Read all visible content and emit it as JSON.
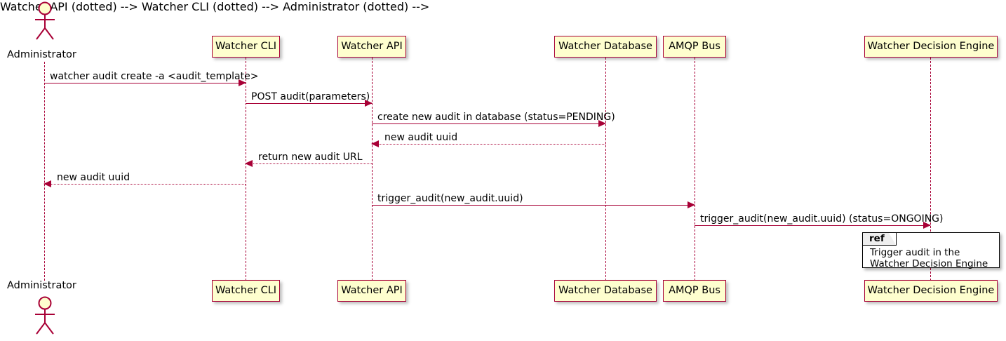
{
  "diagram": {
    "type": "sequence-diagram",
    "colors": {
      "participant_border": "#A80036",
      "participant_fill": "#FEFECE",
      "arrow": "#A80036",
      "ref_border": "#000000",
      "ref_tab_fill": "#EEEEEE",
      "background": "#FFFFFF"
    }
  },
  "actor": {
    "name": "Administrator",
    "top_label": "Administrator",
    "bottom_label": "Administrator"
  },
  "participants": [
    {
      "id": "cli",
      "label": "Watcher CLI"
    },
    {
      "id": "api",
      "label": "Watcher API"
    },
    {
      "id": "db",
      "label": "Watcher Database"
    },
    {
      "id": "amqp",
      "label": "AMQP Bus"
    },
    {
      "id": "engine",
      "label": "Watcher Decision Engine"
    }
  ],
  "messages": [
    {
      "label": "watcher audit create -a <audit_template>",
      "from": "actor",
      "to": "cli",
      "style": "solid",
      "direction": "right"
    },
    {
      "label": "POST audit(parameters)",
      "from": "cli",
      "to": "api",
      "style": "solid",
      "direction": "right"
    },
    {
      "label": "create new audit in database (status=PENDING)",
      "from": "api",
      "to": "db",
      "style": "solid",
      "direction": "right"
    },
    {
      "label": "new audit uuid",
      "from": "db",
      "to": "api",
      "style": "dotted",
      "direction": "left"
    },
    {
      "label": "return new audit URL",
      "from": "api",
      "to": "cli",
      "style": "dotted",
      "direction": "left"
    },
    {
      "label": "new audit uuid",
      "from": "cli",
      "to": "actor",
      "style": "dotted",
      "direction": "left"
    },
    {
      "label": "trigger_audit(new_audit.uuid)",
      "from": "api",
      "to": "amqp",
      "style": "solid",
      "direction": "right"
    },
    {
      "label": "trigger_audit(new_audit.uuid) (status=ONGOING)",
      "from": "amqp",
      "to": "engine",
      "style": "solid",
      "direction": "right"
    }
  ],
  "ref_fragment": {
    "tag": "ref",
    "line1": "Trigger audit in the",
    "line2": "Watcher Decision Engine"
  }
}
